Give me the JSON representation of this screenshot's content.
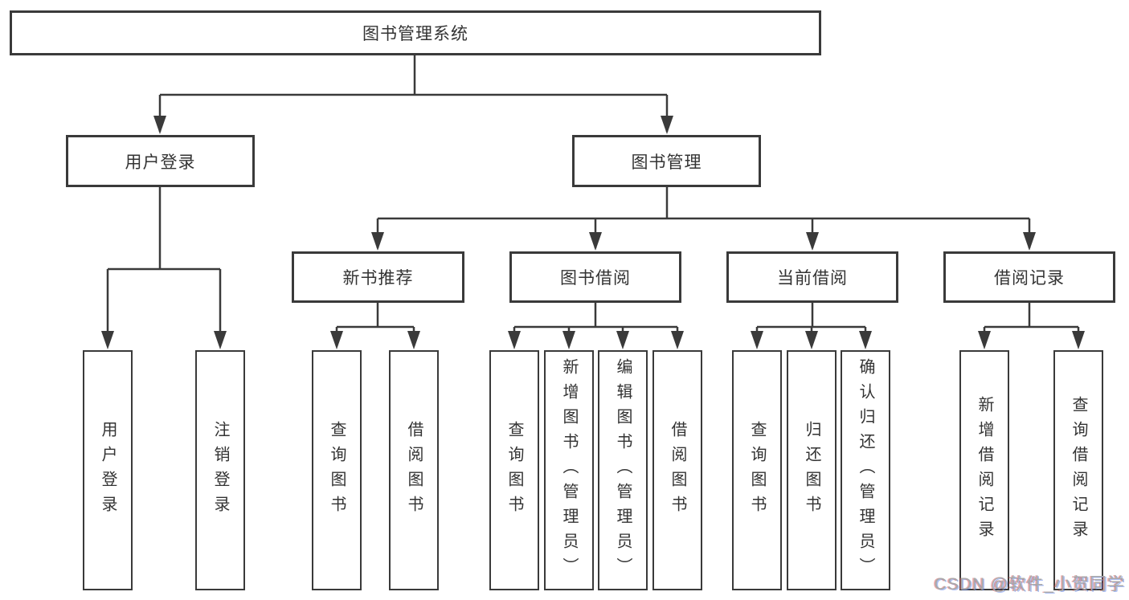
{
  "diagram": {
    "title": "图书管理系统",
    "level2": [
      {
        "label": "用户登录"
      },
      {
        "label": "图书管理"
      }
    ],
    "level3": [
      {
        "label": "新书推荐",
        "parent": "图书管理"
      },
      {
        "label": "图书借阅",
        "parent": "图书管理"
      },
      {
        "label": "当前借阅",
        "parent": "图书管理"
      },
      {
        "label": "借阅记录",
        "parent": "图书管理"
      }
    ],
    "leaves": [
      {
        "label": "用户登录",
        "parent": "用户登录"
      },
      {
        "label": "注销登录",
        "parent": "用户登录"
      },
      {
        "label": "查询图书",
        "parent": "新书推荐"
      },
      {
        "label": "借阅图书",
        "parent": "新书推荐"
      },
      {
        "label": "查询图书",
        "parent": "图书借阅"
      },
      {
        "label": "新增图书（管理员）",
        "parent": "图书借阅"
      },
      {
        "label": "编辑图书（管理员）",
        "parent": "图书借阅"
      },
      {
        "label": "借阅图书",
        "parent": "图书借阅"
      },
      {
        "label": "查询图书",
        "parent": "当前借阅"
      },
      {
        "label": "归还图书",
        "parent": "当前借阅"
      },
      {
        "label": "确认归还（管理员）",
        "parent": "当前借阅"
      },
      {
        "label": "新增借阅记录",
        "parent": "借阅记录"
      },
      {
        "label": "查询借阅记录",
        "parent": "借阅记录"
      }
    ]
  },
  "watermark": "CSDN @软件_小贺同学",
  "colors": {
    "line": "#3a3a3a",
    "text": "#333333",
    "box_background": "#ffffff",
    "watermark_text": "#a9a9a9"
  }
}
